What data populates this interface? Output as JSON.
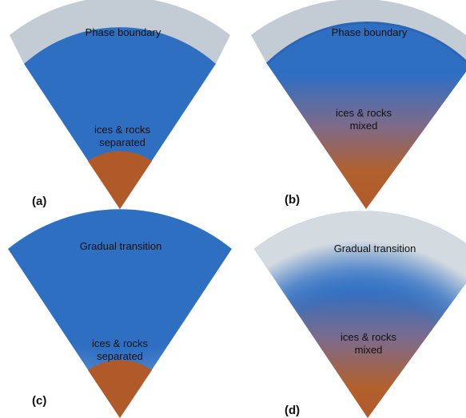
{
  "panels": [
    {
      "id": "a",
      "panel_label": "(a)",
      "boundary_text": "Phase boundary",
      "core_text_line1": "ices & rocks",
      "core_text_line2": "separated",
      "boundary_type": "sharp",
      "core_type": "separated"
    },
    {
      "id": "b",
      "panel_label": "(b)",
      "boundary_text": "Phase boundary",
      "core_text_line1": "ices & rocks",
      "core_text_line2": "mixed",
      "boundary_type": "sharp",
      "core_type": "mixed"
    },
    {
      "id": "c",
      "panel_label": "(c)",
      "boundary_text": "Gradual transition",
      "core_text_line1": "ices & rocks",
      "core_text_line2": "separated",
      "boundary_type": "gradual",
      "core_type": "separated"
    },
    {
      "id": "d",
      "panel_label": "(d)",
      "boundary_text": "Gradual transition",
      "core_text_line1": "ices & rocks",
      "core_text_line2": "mixed",
      "boundary_type": "gradual",
      "core_type": "mixed"
    }
  ],
  "colors": {
    "outer_shell": "#c3ccd4",
    "ice_layer": "#2f6fc2",
    "ice_layer_dark": "#2a64b3",
    "rock_core": "#b05a2a",
    "rock_core_light": "#c26a34",
    "mixed_mid": "#7a6a88"
  }
}
